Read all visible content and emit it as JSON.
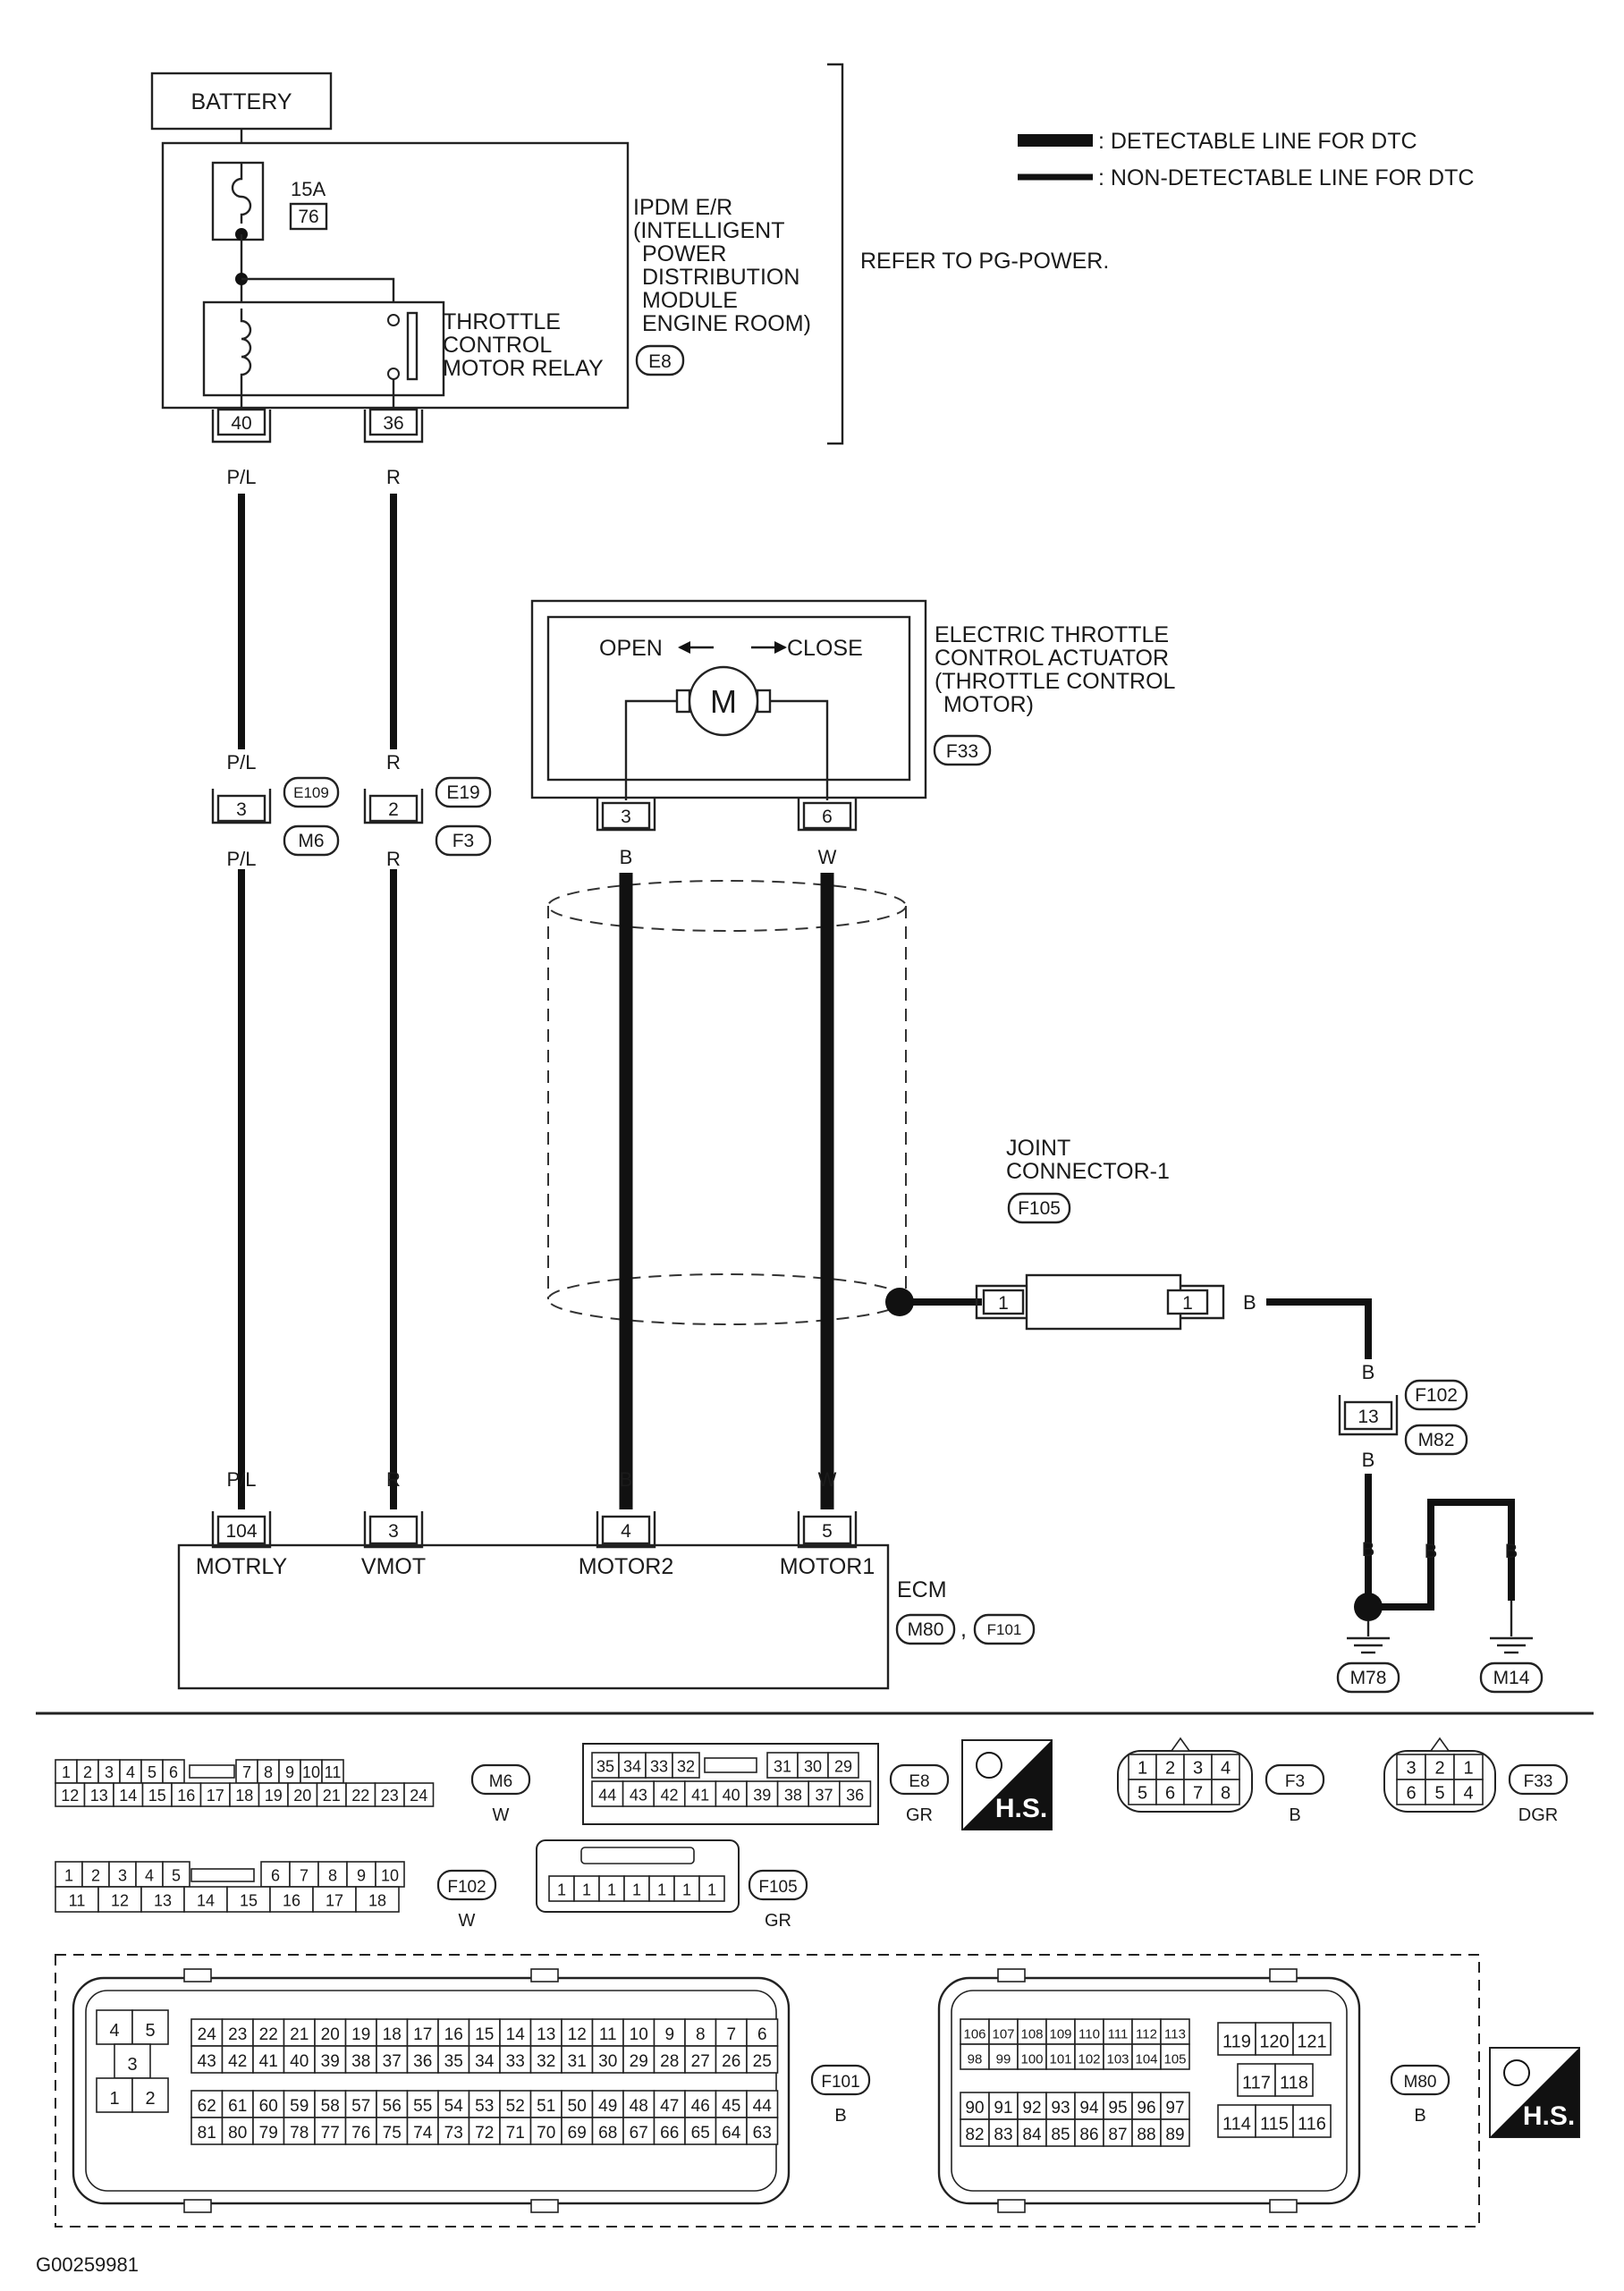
{
  "legend": {
    "detectable": ": DETECTABLE LINE FOR DTC",
    "non_detectable": ": NON-DETECTABLE LINE FOR DTC"
  },
  "battery": "BATTERY",
  "ipdm": {
    "fuse_amp": "15A",
    "fuse_no": "76",
    "name_lines": [
      "IPDM E/R",
      "(INTELLIGENT",
      "POWER",
      "DISTRIBUTION",
      "MODULE",
      "ENGINE ROOM)"
    ],
    "connector": "E8",
    "relay_lines": [
      "THROTTLE",
      "CONTROL",
      "MOTOR RELAY"
    ],
    "refer": "REFER TO PG-POWER."
  },
  "actuator": {
    "open": "OPEN",
    "close": "CLOSE",
    "motor": "M",
    "name_lines": [
      "ELECTRIC THROTTLE",
      "CONTROL ACTUATOR",
      "(THROTTLE CONTROL",
      "MOTOR)"
    ],
    "connector": "F33"
  },
  "wires": {
    "relay_coil_pin": "40",
    "relay_contact_pin": "36",
    "pl": "P/L",
    "r": "R",
    "b": "B",
    "w": "W",
    "mid_pin_a": "3",
    "mid_pin_b": "2",
    "conn_e109": "E109",
    "conn_m6": "M6",
    "conn_e19": "E19",
    "conn_f3": "F3",
    "act_pin_3": "3",
    "act_pin_6": "6"
  },
  "joint": {
    "name_lines": [
      "JOINT",
      "CONNECTOR-1"
    ],
    "connector": "F105",
    "pin_left": "1",
    "pin_right": "1"
  },
  "ground": {
    "pin": "13",
    "conn_f102": "F102",
    "conn_m82": "M82",
    "m78": "M78",
    "m14": "M14"
  },
  "ecm": {
    "name": "ECM",
    "conn_m80": "M80",
    "comma": ",",
    "conn_f101": "F101",
    "terminals": [
      {
        "pin": "104",
        "label": "MOTRLY"
      },
      {
        "pin": "3",
        "label": "VMOT"
      },
      {
        "pin": "4",
        "label": "MOTOR2"
      },
      {
        "pin": "5",
        "label": "MOTOR1"
      }
    ]
  },
  "connectors": {
    "m6": {
      "id": "M6",
      "color": "W",
      "row1": [
        "1",
        "2",
        "3",
        "4",
        "5",
        "6",
        "7",
        "8",
        "9",
        "10",
        "11"
      ],
      "row2": [
        "12",
        "13",
        "14",
        "15",
        "16",
        "17",
        "18",
        "19",
        "20",
        "21",
        "22",
        "23",
        "24"
      ]
    },
    "e8": {
      "id": "E8",
      "color": "GR",
      "row1": [
        "35",
        "34",
        "33",
        "32",
        "31",
        "30",
        "29"
      ],
      "row2": [
        "44",
        "43",
        "42",
        "41",
        "40",
        "39",
        "38",
        "37",
        "36"
      ]
    },
    "f3": {
      "id": "F3",
      "color": "B",
      "row1": [
        "1",
        "2",
        "3",
        "4"
      ],
      "row2": [
        "5",
        "6",
        "7",
        "8"
      ]
    },
    "f33": {
      "id": "F33",
      "color": "DGR",
      "row1": [
        "3",
        "2",
        "1"
      ],
      "row2": [
        "6",
        "5",
        "4"
      ]
    },
    "f102": {
      "id": "F102",
      "color": "W",
      "row1": [
        "1",
        "2",
        "3",
        "4",
        "5",
        "6",
        "7",
        "8",
        "9",
        "10"
      ],
      "row2": [
        "11",
        "12",
        "13",
        "14",
        "15",
        "16",
        "17",
        "18"
      ]
    },
    "f105": {
      "id": "F105",
      "color": "GR",
      "pins": [
        "1",
        "1",
        "1",
        "1",
        "1",
        "1",
        "1"
      ]
    },
    "f101": {
      "id": "F101",
      "color": "B",
      "left": [
        "4",
        "5",
        "3",
        "1",
        "2"
      ],
      "row1": [
        "24",
        "23",
        "22",
        "21",
        "20",
        "19",
        "18",
        "17",
        "16",
        "15",
        "14",
        "13",
        "12",
        "11",
        "10",
        "9",
        "8",
        "7",
        "6"
      ],
      "row2": [
        "43",
        "42",
        "41",
        "40",
        "39",
        "38",
        "37",
        "36",
        "35",
        "34",
        "33",
        "32",
        "31",
        "30",
        "29",
        "28",
        "27",
        "26",
        "25"
      ],
      "row3": [
        "62",
        "61",
        "60",
        "59",
        "58",
        "57",
        "56",
        "55",
        "54",
        "53",
        "52",
        "51",
        "50",
        "49",
        "48",
        "47",
        "46",
        "45",
        "44"
      ],
      "row4": [
        "81",
        "80",
        "79",
        "78",
        "77",
        "76",
        "75",
        "74",
        "73",
        "72",
        "71",
        "70",
        "69",
        "68",
        "67",
        "66",
        "65",
        "64",
        "63"
      ]
    },
    "m80": {
      "id": "M80",
      "color": "B",
      "row1": [
        "106",
        "107",
        "108",
        "109",
        "110",
        "111",
        "112",
        "113"
      ],
      "row2": [
        "98",
        "99",
        "100",
        "101",
        "102",
        "103",
        "104",
        "105"
      ],
      "row3": [
        "90",
        "91",
        "92",
        "93",
        "94",
        "95",
        "96",
        "97"
      ],
      "row4": [
        "82",
        "83",
        "84",
        "85",
        "86",
        "87",
        "88",
        "89"
      ],
      "right_row1": [
        "119",
        "120",
        "121"
      ],
      "right_row2": [
        "117",
        "118"
      ],
      "right_row3": [
        "114",
        "115",
        "116"
      ]
    },
    "hs": "H.S."
  },
  "figure_id": "G00259981"
}
